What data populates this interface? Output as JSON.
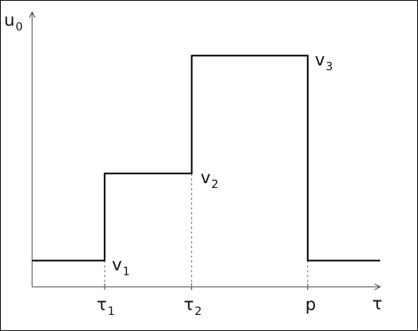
{
  "chart_data": {
    "type": "line",
    "step": true,
    "xlabel": "τ",
    "ylabel": "u",
    "ylabel_sub": "0",
    "xlim": [
      0,
      4.8
    ],
    "ylim": [
      0,
      3.15
    ],
    "grid": false,
    "ticks": [
      {
        "x": 1.0,
        "text": "τ",
        "sub": "1",
        "guide_to": 0.3
      },
      {
        "x": 2.2,
        "text": "τ",
        "sub": "2",
        "guide_to": 1.3
      },
      {
        "x": 3.8,
        "text": "p",
        "sub": "",
        "guide_to": 0.3
      }
    ],
    "series": [
      {
        "x": [
          0,
          1.0,
          1.0,
          2.2,
          2.2,
          3.8,
          3.8,
          4.8
        ],
        "y": [
          0.3,
          0.3,
          1.3,
          1.3,
          2.65,
          2.65,
          0.3,
          0.3
        ]
      }
    ],
    "annotations": [
      {
        "text": "v",
        "sub": "1",
        "x": 1.0,
        "y": 0.3
      },
      {
        "text": "v",
        "sub": "2",
        "x": 2.2,
        "y": 1.3
      },
      {
        "text": "v",
        "sub": "3",
        "x": 3.8,
        "y": 2.65
      }
    ]
  }
}
